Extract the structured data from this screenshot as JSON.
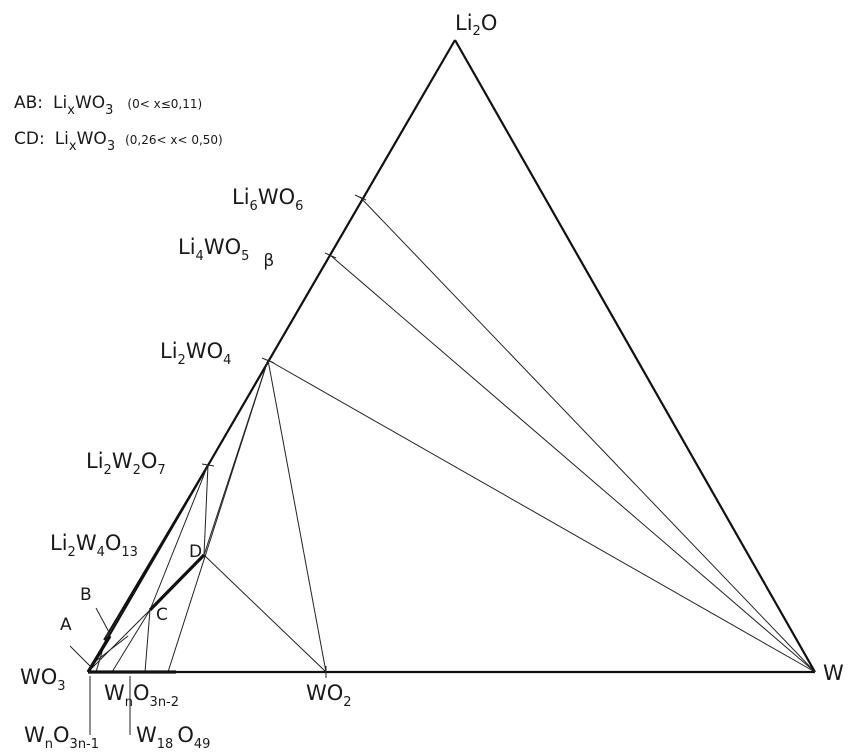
{
  "vertices": {
    "top": {
      "base": "Li",
      "sub": "2",
      "tail": "O"
    },
    "left": {
      "base": "WO",
      "sub": "3"
    },
    "right": {
      "text": "W"
    }
  },
  "compounds": {
    "li6wo6": {
      "p1": "Li",
      "s1": "6",
      "p2": "WO",
      "s2": "6"
    },
    "li4wo5": {
      "p1": "Li",
      "s1": "4",
      "p2": "WO",
      "s2": "5",
      "phase": "β"
    },
    "li2wo4": {
      "p1": "Li",
      "s1": "2",
      "p2": "WO",
      "s2": "4"
    },
    "li2w2o7": {
      "p1": "Li",
      "s1": "2",
      "p2": "W",
      "s2": "2",
      "p3": "O",
      "s3": "7"
    },
    "li2w4o13": {
      "p1": "Li",
      "s1": "2",
      "p2": "W",
      "s2": "4",
      "p3": "O",
      "s3": "13"
    },
    "wo2": {
      "p1": "WO",
      "s1": "2"
    },
    "wno3n2": {
      "p1": "W",
      "s1": "n",
      "p2": "O",
      "s2": "3n-2"
    },
    "wno3n1": {
      "p1": "W",
      "s1": "n",
      "p2": "O",
      "s2": "3n-1"
    },
    "w18o49": {
      "p1": "W",
      "s1": "18",
      "p2": "O",
      "s2": "49"
    }
  },
  "points": {
    "A": "A",
    "B": "B",
    "C": "C",
    "D": "D"
  },
  "legend": {
    "ab": {
      "key": "AB:",
      "p1": "Li",
      "s1": "x",
      "p2": "WO",
      "s2": "3",
      "range": "(0< x≤0,11)"
    },
    "cd": {
      "key": "CD:",
      "p1": "Li",
      "s1": "x",
      "p2": "WO",
      "s2": "3",
      "range": "(0,26< x< 0,50)"
    }
  }
}
